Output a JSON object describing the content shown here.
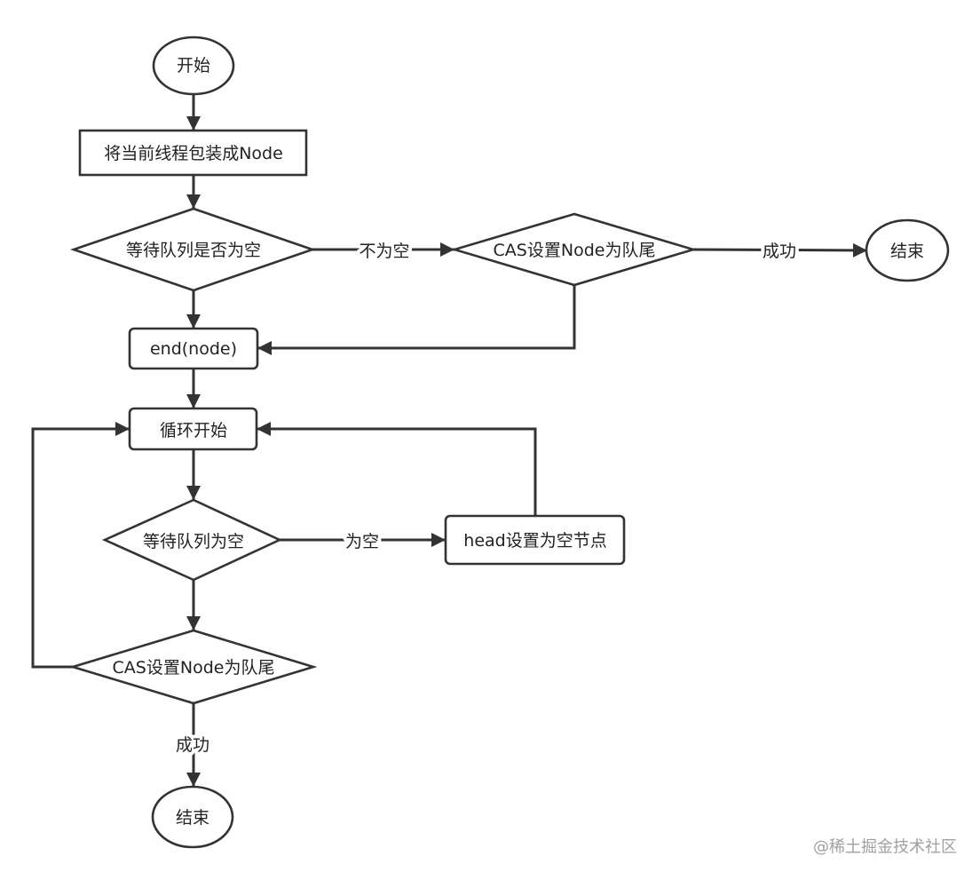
{
  "diagram": {
    "nodes": {
      "start": "开始",
      "wrap_node": "将当前线程包装成Node",
      "check_queue_empty": "等待队列是否为空",
      "cas_tail_first": "CAS设置Node为队尾",
      "end_first": "结束",
      "end_node": "end(node)",
      "loop_start": "循环开始",
      "queue_empty": "等待队列为空",
      "head_empty_node": "head设置为空节点",
      "cas_tail_loop": "CAS设置Node为队尾",
      "end_second": "结束"
    },
    "edge_labels": {
      "not_empty": "不为空",
      "success_first": "成功",
      "empty": "为空",
      "success_second": "成功"
    }
  },
  "watermark": "@稀土掘金技术社区",
  "colors": {
    "stroke": "#333333",
    "background": "#ffffff",
    "watermark": "#a0a0a0"
  }
}
